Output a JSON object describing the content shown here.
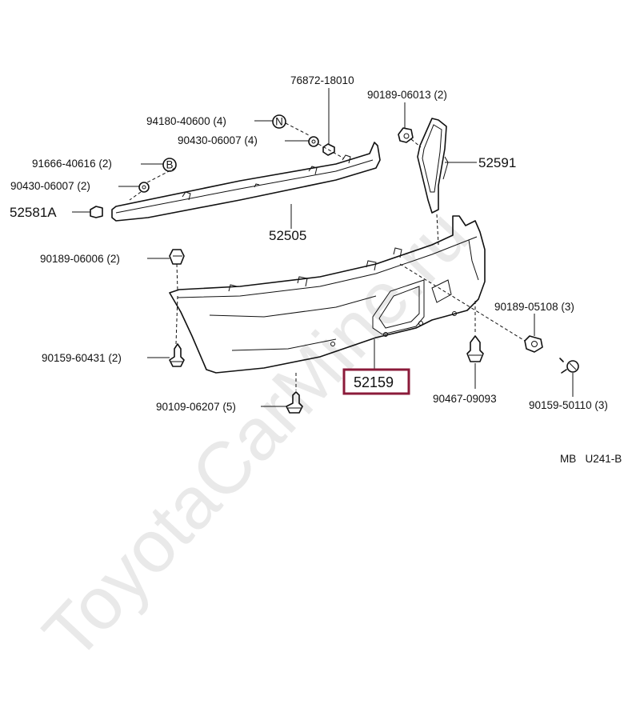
{
  "watermark": "ToyotaCarMine.ru",
  "labels": {
    "p76872": "76872-18010",
    "p90189_06013": "90189-06013 (2)",
    "p94180": "94180-40600 (4)",
    "p90430_a": "90430-06007 (4)",
    "p91666": "91666-40616 (2)",
    "p90430_b": "90430-06007 (2)",
    "p52581A": "52581A",
    "p52505": "52505",
    "p52591": "52591",
    "p90189_06006": "90189-06006 (2)",
    "p90189_05108": "90189-05108 (3)",
    "p90159_60431": "90159-60431 (2)",
    "p52159": "52159",
    "p90467": "90467-09093",
    "p90159_50110": "90159-50110 (3)",
    "p90109": "90109-06207 (5)",
    "code": "MB   U241-B"
  },
  "markers": {
    "n": "N",
    "b": "B"
  },
  "highlight_color": "#8b1a3a"
}
